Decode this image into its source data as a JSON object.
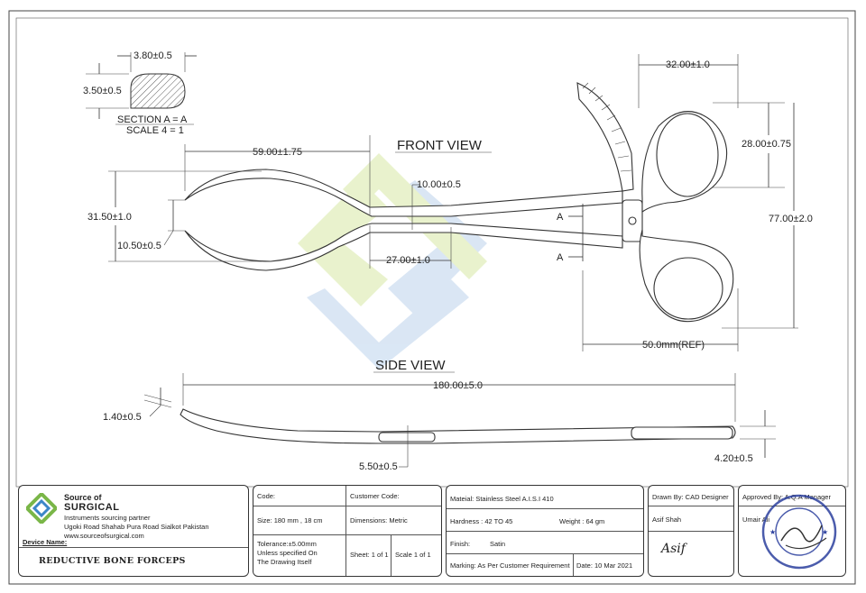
{
  "views": {
    "front": "FRONT VIEW",
    "side": "SIDE VIEW",
    "section_title": "SECTION A = A",
    "section_scale": "SCALE 4 = 1",
    "section_marker": "A"
  },
  "dimensions": {
    "sec_width": "3.80±0.5",
    "sec_height": "3.50±0.5",
    "jaw_length": "59.00±1.75",
    "jaw_open": "31.50±1.0",
    "jaw_tip": "10.50±0.5",
    "joint": "10.00±0.5",
    "box": "27.00±1.0",
    "ring_span": "32.00±1.0",
    "ring_height": "28.00±0.75",
    "total_height": "77.00±2.0",
    "ring_ref": "50.0mm(REF)",
    "total_length": "180.00±5.0",
    "tip_thick": "1.40±0.5",
    "slot": "5.50±0.5",
    "end_thick": "4.20±0.5"
  },
  "company": {
    "name1": "Source of",
    "name2": "SURGICAL",
    "tagline": "Instruments sourcing partner",
    "address": "Ugoki Road Shahab Pura Road Sialkot Pakistan",
    "website": "www.sourceofsurgical.com",
    "device_label": "Device Name:",
    "device_name": "REDUCTIVE BONE FORCEPS"
  },
  "spec": {
    "code": "Code:",
    "customer_code": "Customer Code:",
    "size": "Size:  180 mm , 18 cm",
    "dimensions": "Dimensions: Metric",
    "tolerance1": "Tolerance:±5.00mm",
    "tolerance2": "Unless specified On",
    "tolerance3": "The Drawing Itself",
    "sheet": "Sheet:  1 of 1",
    "scale": "Scale 1 of  1"
  },
  "material": {
    "material": "Mateial: Stainless Steel A.I.S.I 410",
    "hardness": "Hardness :   42 TO 45",
    "weight": "Weight : 64 gm",
    "finish_label": "Finish:",
    "finish": "Satin",
    "marking": "Marking: As Per Customer Requirement",
    "date": "Date:  10 Mar 2021"
  },
  "drawn": {
    "label": "Drawn By: CAD Designer",
    "name": "Asif Shah",
    "signature": "Asif"
  },
  "approved": {
    "label": "Approved By: A.Q.A Manager",
    "name": "Umair Ali"
  },
  "colors": {
    "line": "#333333",
    "watermark_green": "#d8e9a6",
    "watermark_blue": "#bcd3ec",
    "stamp": "#2b3f9e"
  }
}
